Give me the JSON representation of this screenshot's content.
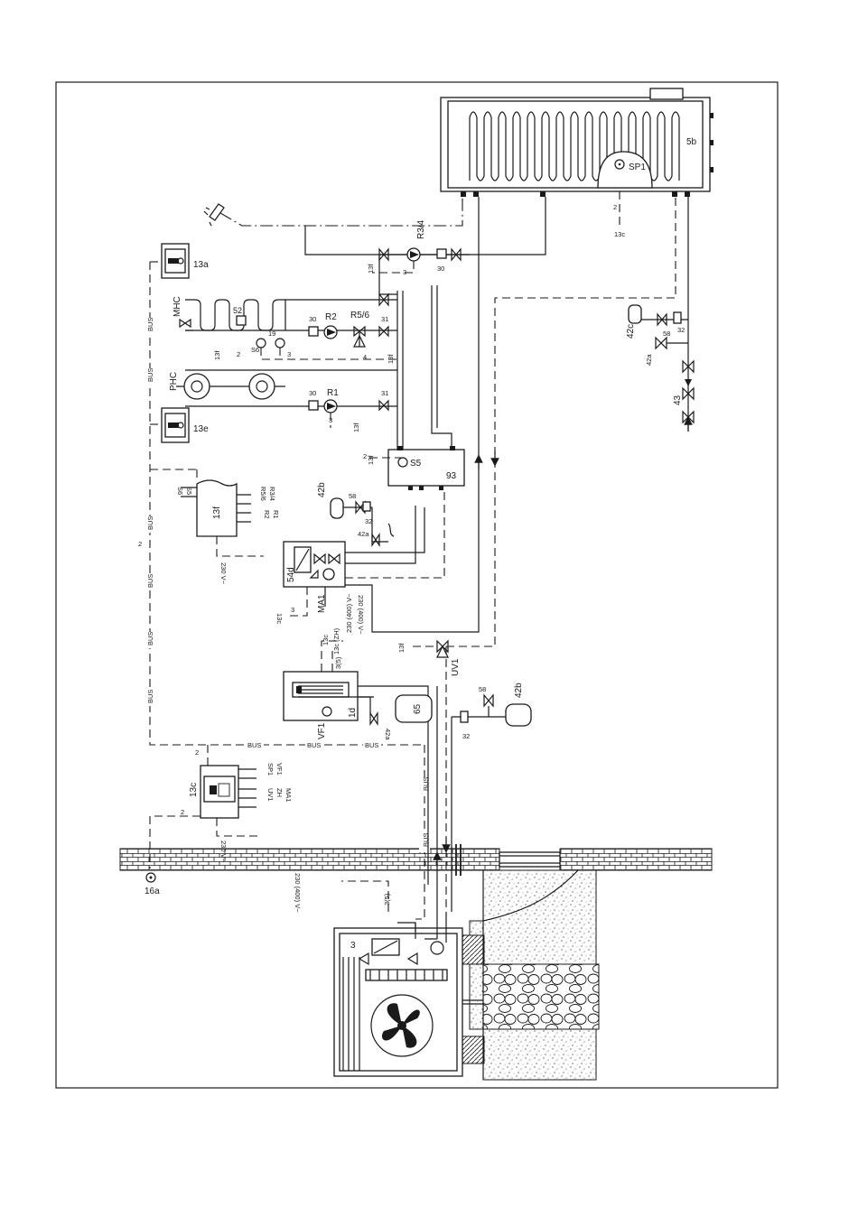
{
  "labels": {
    "storage_tank": "5b",
    "tank_sensor": "SP1",
    "tank_sensor_conn": "13c",
    "tank_sensor_wire": "2",
    "remote_13a": "13a",
    "remote_13e": "13e",
    "mhc": "MHC",
    "phc": "PHC",
    "item_52": "52",
    "pump_r2": "R2",
    "pump_r1": "R1",
    "pump_r34": "R3/4",
    "valve_r56": "R5/6",
    "item_30a": "30",
    "item_30b": "30",
    "item_30c": "30",
    "item_31a": "31",
    "item_31b": "31",
    "item_19": "19",
    "sensor_s6": "S6",
    "item_42c": "42c",
    "item_32a": "32",
    "item_58a": "58",
    "item_42a_top": "42a",
    "item_43": "43",
    "hydraulic_switch": "93",
    "sensor_s5": "S5",
    "module_13f": "13f",
    "out_r56": "R5/6",
    "out_r34": "R3/4",
    "out_s6": "S6",
    "out_s5": "S5",
    "out_r2": "R2",
    "out_r1": "R1",
    "item_42b_top": "42b",
    "item_58b": "58",
    "item_32b": "32",
    "item_42a_mid": "42a",
    "mixing_module": "54d",
    "mixer_ma1": "MA1",
    "indoor_unit": "1d",
    "flow_sensor": "VF1",
    "item_42a_low": "42a",
    "expansion_65": "65",
    "item_42b_low": "42b",
    "item_58c": "58",
    "item_32c": "32",
    "diverter_uv1": "UV1",
    "controller_13c": "13c",
    "ctrl_out_sp1": "SP1",
    "ctrl_out_vf1": "VF1",
    "ctrl_out_uv1": "UV1",
    "ctrl_out_zh": "ZH",
    "ctrl_out_ma1": "MA1",
    "outdoor_sensor": "16a",
    "outdoor_unit": "3",
    "bus": "BUS",
    "mains_230": "230 V~",
    "mains_230_b": "230 V~",
    "mains_400": "230 (400) V~",
    "mains_400_b": "230 (400) V~",
    "wire_13c_a": "13c",
    "wire_13c_zh": "13c (ZH)",
    "wire_35": "3(5)",
    "wire_35_b": "3(5)",
    "wire_13f_a": "13f",
    "wire_13f_b": "13f",
    "wire_13f_c": "13f",
    "wire_13f_d": "13f",
    "wire_13f_e": "13f",
    "wire_13c_b": "13c",
    "wire_13c_c": "13c",
    "wire_2": "2",
    "wire_3": "3",
    "wire_4": "4"
  },
  "colors": {
    "ink": "#1a1a1a",
    "paper": "#ffffff"
  }
}
